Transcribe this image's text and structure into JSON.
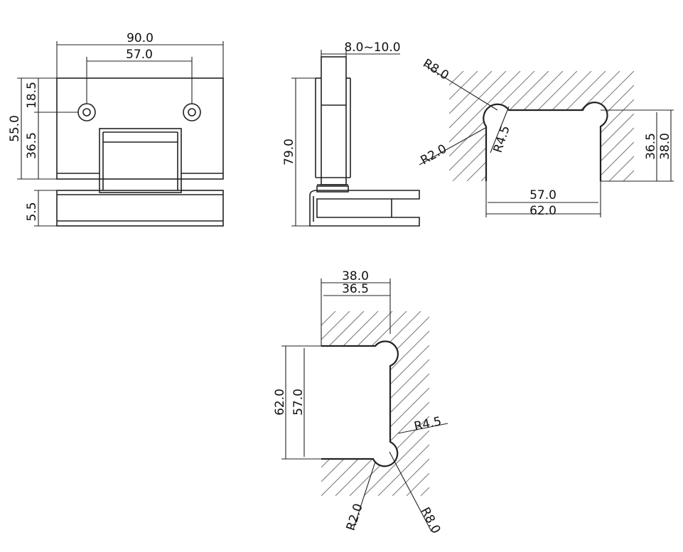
{
  "front_view": {
    "width_overall": "90.0",
    "hole_spacing": "57.0",
    "top_to_hole": "18.5",
    "height_total": "55.0",
    "hole_to_bottom": "36.5",
    "base_thickness": "5.5"
  },
  "side_view": {
    "glass_thickness": "8.0~10.0",
    "height": "79.0"
  },
  "wall_cutout_horizontal": {
    "radius_large": "R8.0",
    "radius_small": "R2.0",
    "radius_mid": "R4.5",
    "inner_width": "57.0",
    "outer_width": "62.0",
    "depth_inner": "36.5",
    "depth_outer": "38.0"
  },
  "wall_cutout_vertical": {
    "depth_outer": "38.0",
    "depth_inner": "36.5",
    "outer_height": "62.0",
    "inner_height": "57.0",
    "radius_mid": "R4.5",
    "radius_small": "R2.0",
    "radius_large": "R8.0"
  }
}
